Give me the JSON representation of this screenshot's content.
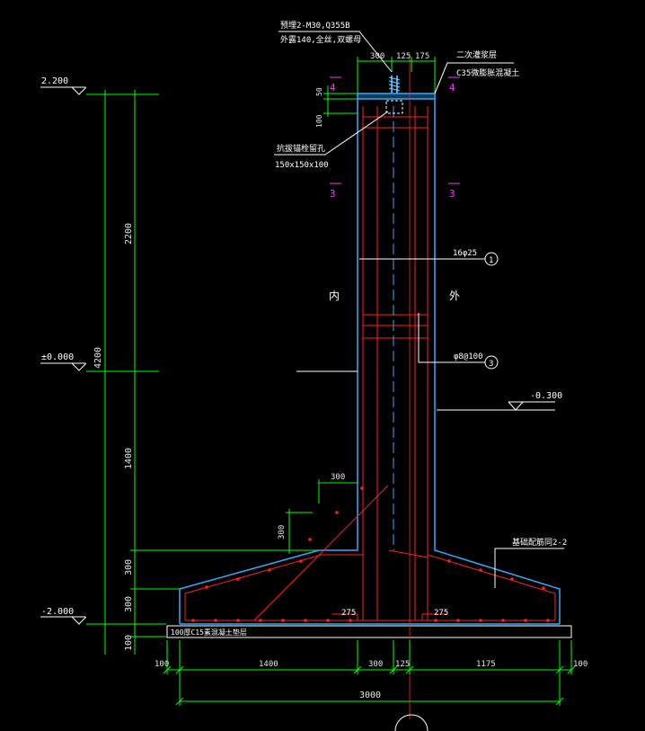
{
  "levels": {
    "top": "2.200",
    "zero": "±0.000",
    "bottom": "-2.000",
    "outer_ground": "-0.300"
  },
  "vertical_dims": {
    "total": "4200",
    "upper": "2200",
    "middle": "1400",
    "step1": "300",
    "step2": "300",
    "pad": "100",
    "top_50": "50",
    "top_100": "100",
    "haunch_300": "300"
  },
  "horizontal_dims": {
    "pad_left": "100",
    "toe": "1400",
    "wall": "300",
    "offset": "125",
    "heel": "1175",
    "pad_right": "100",
    "total": "3000",
    "top_300": "300",
    "top_125": "125",
    "top_175": "175",
    "haunch_300": "300",
    "cover_left": "275",
    "cover_right": "275"
  },
  "annotations": {
    "bolt_line1": "预埋2-M30,Q355B",
    "bolt_line2": "外露140,全丝,双螺母",
    "grout_line1": "二次灌浆层",
    "grout_line2": "C35微膨胀混凝土",
    "hole_line1": "抗拔锚栓留孔",
    "hole_line2": "150x150x100",
    "bar_main": "16φ25",
    "bar_main_tag": "1",
    "stirrup": "φ8@100",
    "stirrup_tag": "3",
    "inner": "内",
    "outer": "外",
    "bottom_note": "基础配筋同2-2",
    "pad_note": "100厚C15素混凝土垫层"
  },
  "section_marks": {
    "m4_left": "4",
    "m4_right": "4",
    "m3_left": "3",
    "m3_right": "3"
  },
  "colors": {
    "dim": "#00ff00",
    "concrete": "#33aaff",
    "rebar": "#ff2020",
    "mark": "#ff33ff",
    "text": "#ffffff"
  }
}
